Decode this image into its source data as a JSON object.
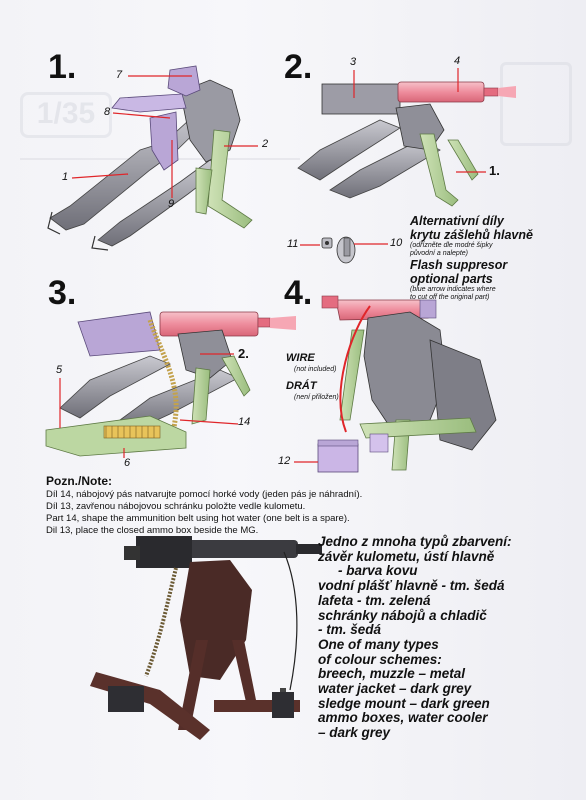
{
  "steps": [
    "1.",
    "2.",
    "3.",
    "4."
  ],
  "callouts": {
    "s1_7": "7",
    "s1_8": "8",
    "s1_2": "2",
    "s1_1": "1",
    "s1_9": "9",
    "s2_3": "3",
    "s2_4": "4",
    "s2_1": "1.",
    "s3_2": "2.",
    "s3_5": "5",
    "s3_14": "14",
    "s3_6": "6",
    "alt_11": "11",
    "alt_10": "10",
    "s4_12": "12"
  },
  "alternative": {
    "title_cz_1": "Alternativní díly",
    "title_cz_2": "krytu zášlehů hlavně",
    "note_cz_1": "(odřízněte dle modré šipky",
    "note_cz_2": "původní a nalepte)",
    "title_en_1": "Flash suppresor",
    "title_en_2": "optional parts",
    "note_en_1": "(blue arrow indicates where",
    "note_en_2": "to cut off the original part)"
  },
  "wire": {
    "en": "WIRE",
    "en_note": "(not included)",
    "cz": "DRÁT",
    "cz_note": "(není přiložen)"
  },
  "note": {
    "heading": "Pozn./Note:",
    "lines": [
      "Díl 14, nábojový pás natvarujte pomocí horké vody (jeden pás je náhradní).",
      "Díl 13, zavřenou nábojovou schránku položte vedle kulometu.",
      "Part 14, shape the ammunition belt using hot water (one belt is a spare).",
      "Dil 13, place the closed ammo box beside the MG."
    ]
  },
  "scheme": {
    "lines": [
      "Jedno z mnoha typů zbarvení:",
      "závěr kulometu, ústí hlavně",
      "- barva kovu",
      "vodní plášť hlavně - tm. šedá",
      "lafeta - tm. zelená",
      "schránky nábojů a chladič",
      "- tm. šedá",
      "One of many types",
      "of colour schemes:",
      "breech, muzzle – metal",
      "water jacket – dark grey",
      "sledge mount – dark green",
      "ammo boxes, water cooler",
      "– dark grey"
    ]
  },
  "colors": {
    "purple": "#b9a6d6",
    "pink": "#ee8d9d",
    "green": "#b7d29c",
    "grey": "#8a8a92",
    "red": "#e0262a"
  }
}
